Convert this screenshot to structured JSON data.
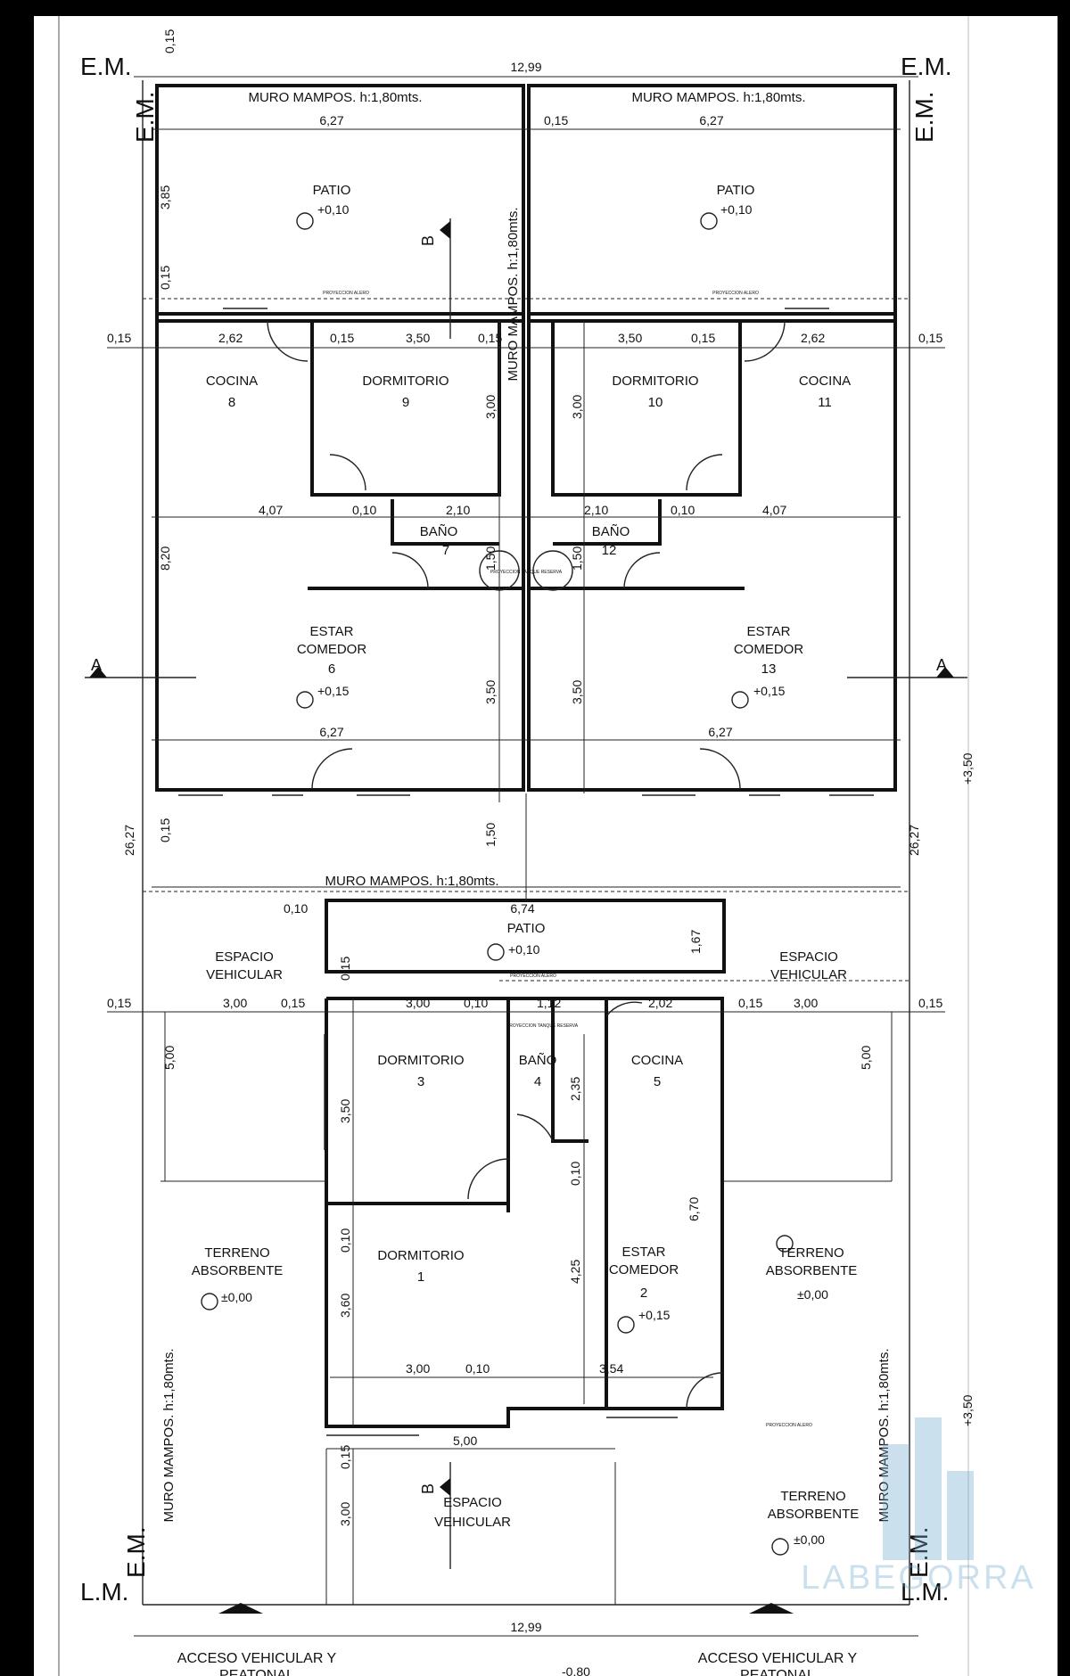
{
  "corners": {
    "em": "E.M.",
    "lm": "L.M."
  },
  "walls": {
    "muro_180": "MURO MAMPOS. h:1,80mts."
  },
  "section_marks": {
    "a": "A",
    "b": "B"
  },
  "proyeccion": {
    "alero": "PROYECCION ALERO",
    "tanque": "PROYECCION TANQUE RESERVA"
  },
  "rooms": {
    "patio_left": "PATIO",
    "patio_right": "PATIO",
    "patio_front": "PATIO",
    "cocina": "COCINA",
    "dormitorio": "DORMITORIO",
    "bano": "BAÑO",
    "estar": "ESTAR",
    "comedor": "COMEDOR",
    "espacio": "ESPACIO",
    "vehicular": "VEHICULAR",
    "terreno": "TERRENO",
    "absorbente": "ABSORBENTE"
  },
  "room_numbers": [
    "1",
    "2",
    "3",
    "4",
    "5",
    "6",
    "7",
    "8",
    "9",
    "10",
    "11",
    "12",
    "13"
  ],
  "levels": {
    "p010": "+0,10",
    "p015": "+0,15",
    "p000": "±0,00",
    "m080": "-0,80",
    "p350": "+3,50"
  },
  "dims": {
    "d1299": "12,99",
    "d627": "6,27",
    "d015": "0,15",
    "d385": "3,85",
    "d262": "2,62",
    "d350": "3,50",
    "d300": "3,00",
    "d407": "4,07",
    "d010": "0,10",
    "d210": "2,10",
    "d150": "1,50",
    "d820": "8,20",
    "d2627": "26,27",
    "d674": "6,74",
    "d167": "1,67",
    "d202": "2,02",
    "d112": "1,12",
    "d500": "5,00",
    "d235": "2,35",
    "d670": "6,70",
    "d425": "4,25",
    "d360": "3,60",
    "d354": "3,54"
  },
  "access": {
    "line1": "ACCESO VEHICULAR Y",
    "line2": "PEATONAL"
  },
  "watermark": "LABEGORRA"
}
